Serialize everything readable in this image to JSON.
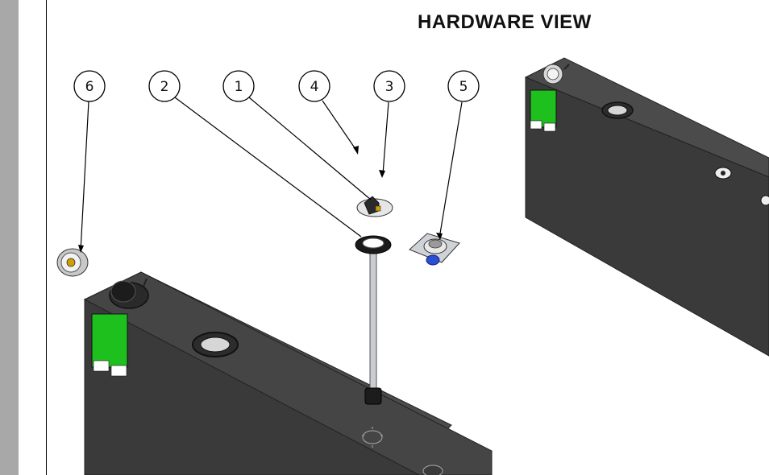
{
  "title": "HARDWARE VIEW",
  "balloons": [
    {
      "id": "balloon-6",
      "label": "6"
    },
    {
      "id": "balloon-2",
      "label": "2"
    },
    {
      "id": "balloon-1",
      "label": "1"
    },
    {
      "id": "balloon-4",
      "label": "4"
    },
    {
      "id": "balloon-3",
      "label": "3"
    },
    {
      "id": "balloon-5",
      "label": "5"
    }
  ],
  "colors": {
    "tank_body": "#3d3d3d",
    "tank_top": "#4a4a4a",
    "label_green": "#1ec01e",
    "side_bar": "#a8a8a8",
    "accent_blue": "#2a4fd0"
  }
}
